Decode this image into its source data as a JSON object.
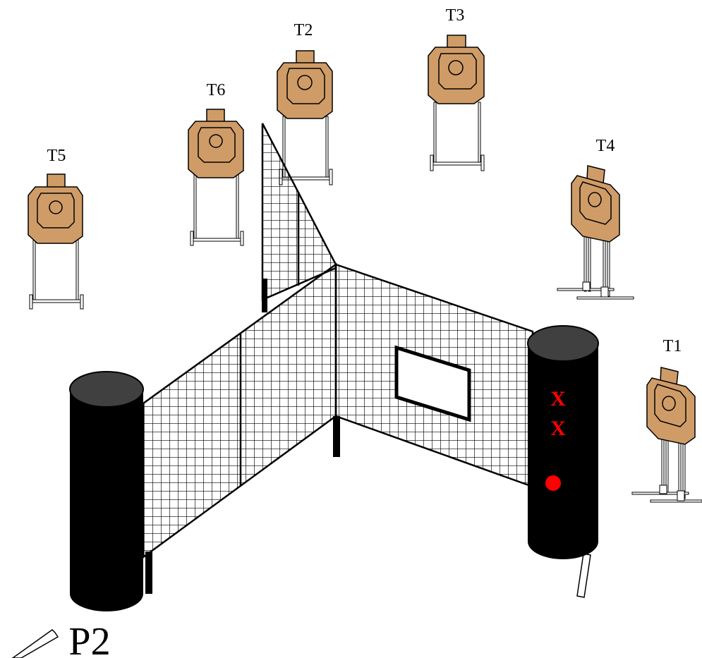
{
  "targets": [
    {
      "id": "T1",
      "label": "T1",
      "style": "base"
    },
    {
      "id": "T2",
      "label": "T2",
      "style": "frame"
    },
    {
      "id": "T3",
      "label": "T3",
      "style": "frame"
    },
    {
      "id": "T4",
      "label": "T4",
      "style": "base"
    },
    {
      "id": "T5",
      "label": "T5",
      "style": "frame"
    },
    {
      "id": "T6",
      "label": "T6",
      "style": "frame"
    }
  ],
  "position": {
    "label": "P2"
  },
  "barrel_marks": {
    "mark_1": "X",
    "mark_2": "X"
  },
  "colors": {
    "target_fill": "#cf9c67",
    "barrel": "#000000",
    "barrel_top": "#404040",
    "mark": "#ff0000",
    "mesh": "#000000",
    "background": "#ffffff"
  }
}
